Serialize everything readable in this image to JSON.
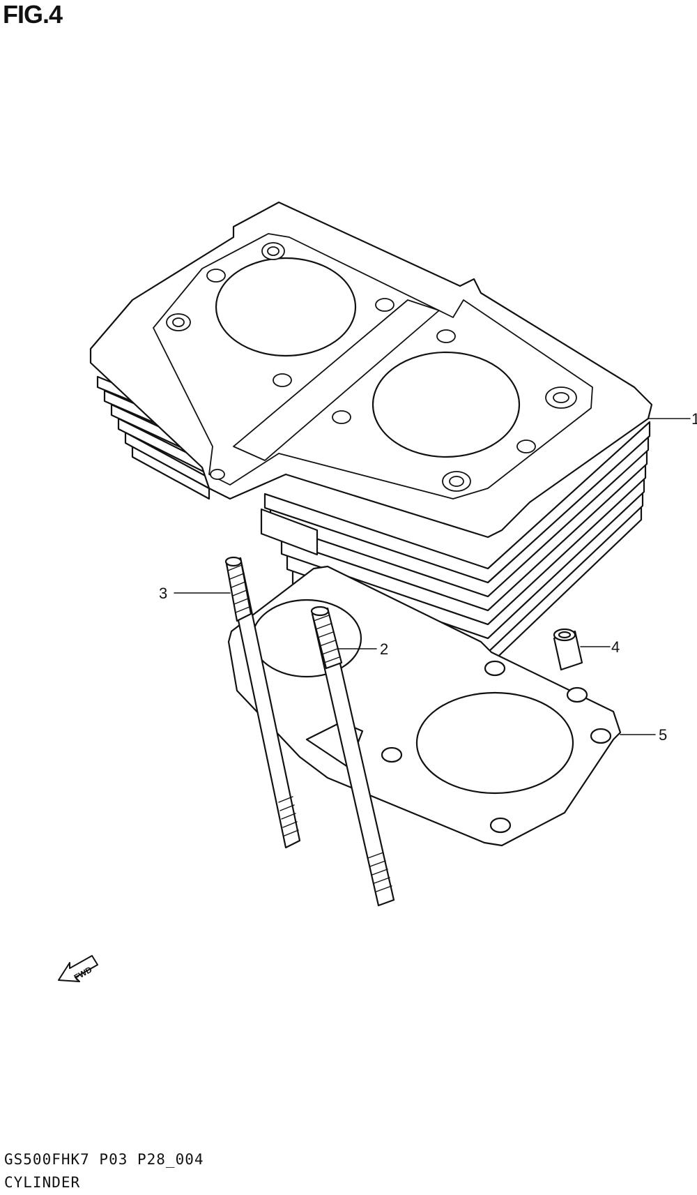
{
  "figure": {
    "title": "FIG.4"
  },
  "callouts": [
    {
      "number": "1"
    },
    {
      "number": "2"
    },
    {
      "number": "3"
    },
    {
      "number": "4"
    },
    {
      "number": "5"
    }
  ],
  "direction_marker": {
    "label": "FWD",
    "icon": "fwd-arrow-icon"
  },
  "footer": {
    "code_line": "GS500FHK7 P03 P28_004",
    "part_name": "CYLINDER"
  }
}
